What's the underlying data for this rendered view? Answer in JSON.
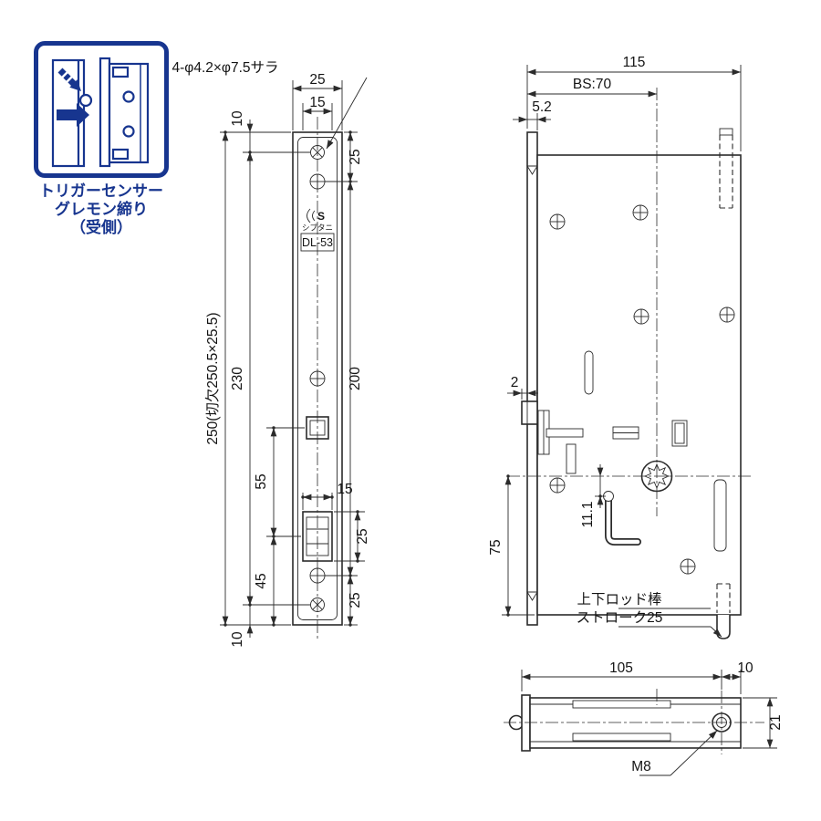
{
  "colors": {
    "accent_blue": "#17358f",
    "dim_pink": "#e5007f",
    "line": "#2b2b2b"
  },
  "legend": {
    "line1": "トリガーセンサー",
    "line2": "グレモン締り",
    "line3": "（受側）"
  },
  "front_view": {
    "hole_callout": "4-φ4.2×φ7.5サラ",
    "plate_width": "25",
    "slot_width_top": "15",
    "top_edge_offset": "10",
    "top_screw_offset": "25",
    "countersunk_span": "230",
    "screw_span": "200",
    "square_to_latch": "55",
    "latch_slot_width": "15",
    "latch_height": "25",
    "latch_to_bottom": "45",
    "bottom_screw_offset": "25",
    "bottom_edge_offset": "10",
    "overall_height": "250(切欠250.5×25.5)",
    "brand_mark": "S",
    "brand_name": "シブタニ",
    "model": "DL-53"
  },
  "side_view": {
    "overall_depth": "115",
    "backset": "BS:70",
    "plate_thickness": "5.2",
    "trigger_protrusion": "2",
    "center_to_bottom": "75",
    "hook_offset": "11.1",
    "rod_note_line1": "上下ロッド棒",
    "rod_note_line2": "ストローク25"
  },
  "bottom_view": {
    "body_depth": "105",
    "rod_offset": "10",
    "body_height": "21",
    "rod_thread": "M8"
  }
}
